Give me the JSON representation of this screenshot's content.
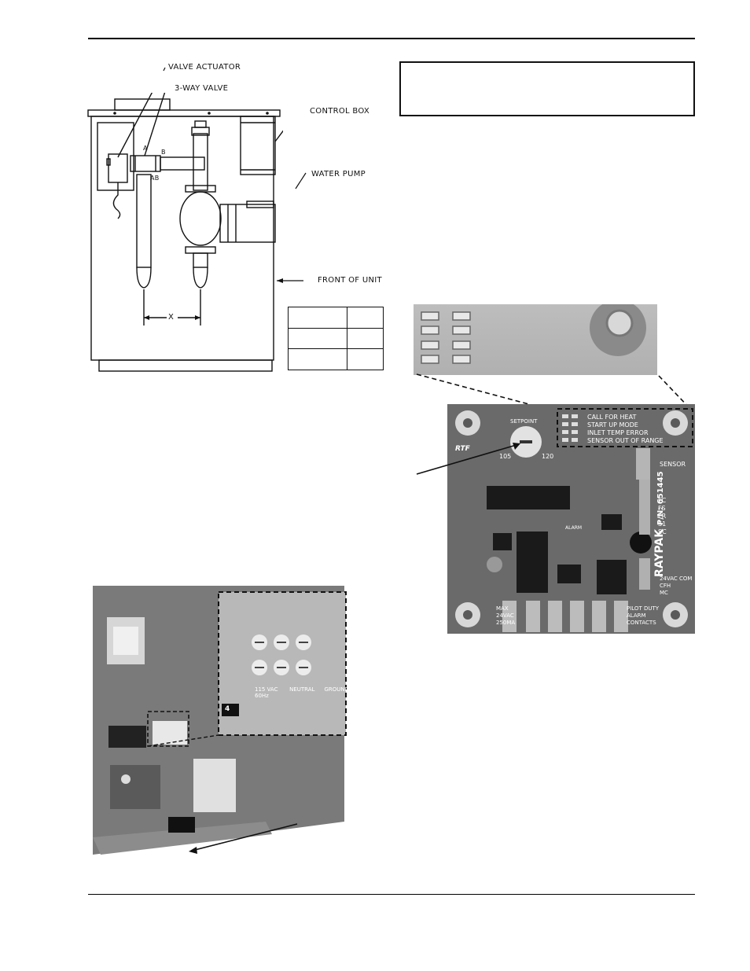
{
  "diagram": {
    "labels": {
      "valve_actuator": "VALVE ACTUATOR",
      "three_way_valve": "3-WAY VALVE",
      "control_box": "CONTROL BOX",
      "water_pump": "WATER PUMP",
      "front_of_unit": "FRONT OF UNIT",
      "x_dim": "X",
      "port_a": "A",
      "port_b": "B",
      "port_ab": "AB"
    },
    "dimension_table_rows": 3
  },
  "board": {
    "leds": [
      "CALL FOR HEAT",
      "START UP MODE",
      "INLET TEMP ERROR",
      "SENSOR OUT OF RANGE"
    ],
    "setpoint": "SETPOINT",
    "setpoint_min": "105",
    "setpoint_max": "120",
    "model": "RTF",
    "sensor": "SENSOR",
    "terminals": [
      "FC",
      "FS",
      "FR",
      "S1",
      "SC"
    ],
    "brand": "RAYPAK",
    "part_number": "P/N: 651445",
    "power_terminals": [
      "24VAC COM",
      "CFH",
      "MC"
    ],
    "alarm": "ALARM",
    "pilot_duty": [
      "PILOT DUTY",
      "ALARM",
      "CONTACTS"
    ],
    "max_rating": [
      "MAX",
      "24VAC",
      "250MA"
    ]
  },
  "control_box_photo": {
    "terminal_labels": [
      "115 VAC 60Hz",
      "NEUTRAL",
      "GROUND"
    ],
    "tag": "4"
  }
}
